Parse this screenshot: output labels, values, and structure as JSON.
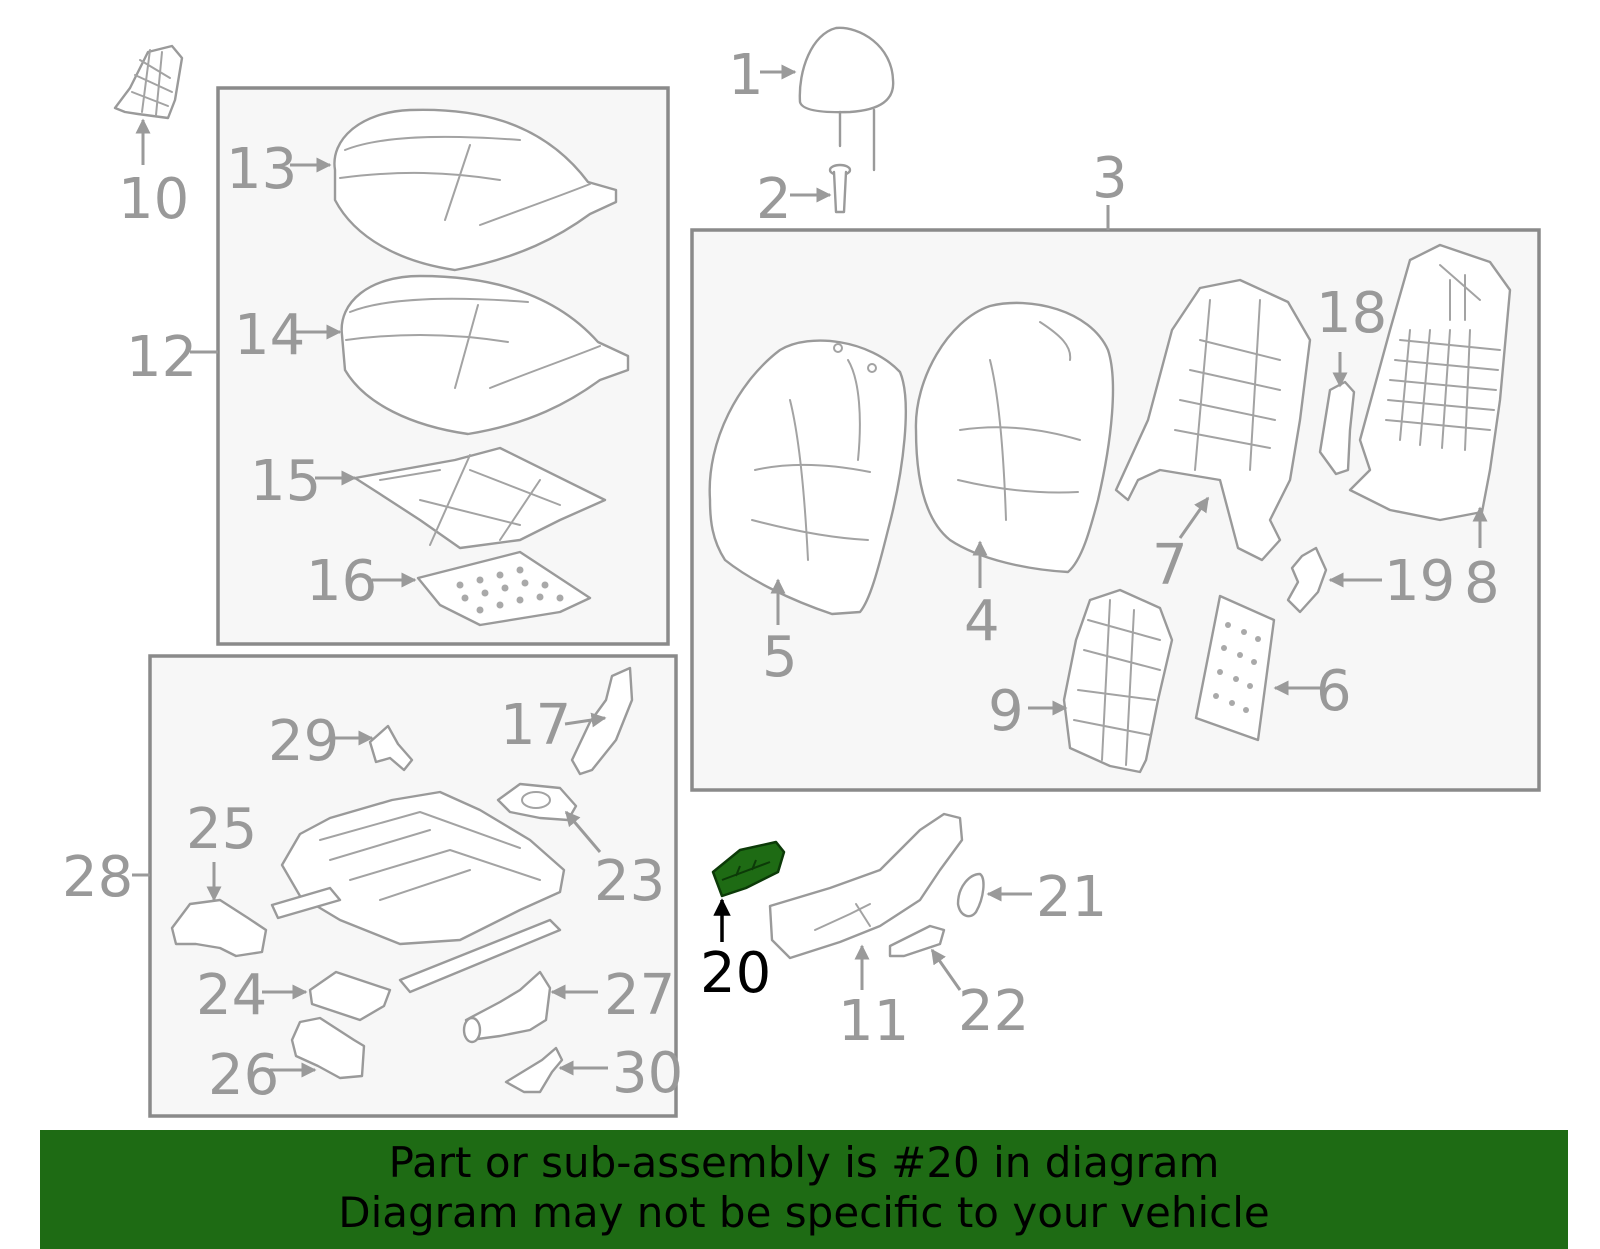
{
  "diagram": {
    "highlighted_part": "20",
    "colors": {
      "highlight": "#1e6b14",
      "line": "#9a9a9a",
      "box_fill": "#f7f7f7"
    },
    "callouts": [
      "1",
      "2",
      "3",
      "4",
      "5",
      "6",
      "7",
      "8",
      "9",
      "10",
      "11",
      "12",
      "13",
      "14",
      "15",
      "16",
      "17",
      "18",
      "19",
      "20",
      "21",
      "22",
      "23",
      "24",
      "25",
      "26",
      "27",
      "28",
      "29",
      "30"
    ]
  },
  "banner": {
    "line1": "Part or sub-assembly is #20 in diagram",
    "line2": "Diagram may not be specific to your vehicle"
  }
}
